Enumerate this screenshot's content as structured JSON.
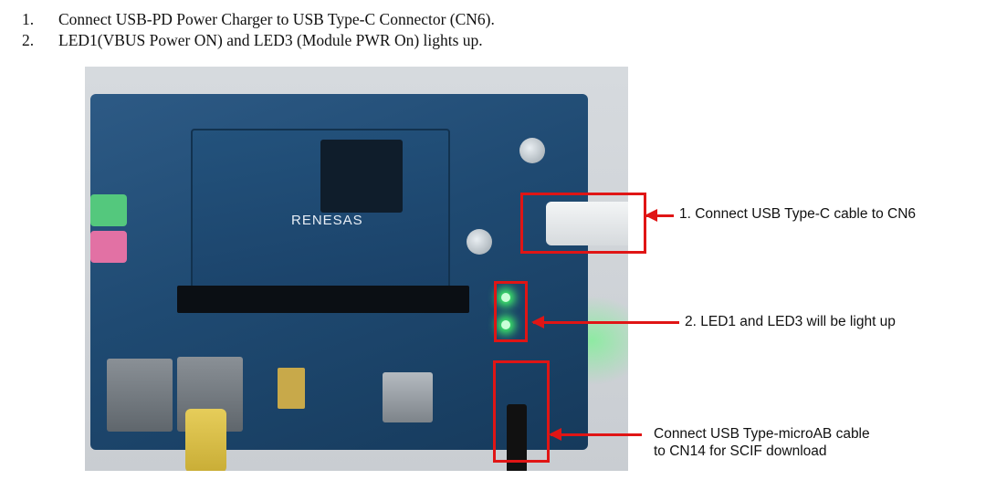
{
  "steps": [
    {
      "number": "1.",
      "text": "Connect USB-PD Power Charger to USB Type-C Connector (CN6)."
    },
    {
      "number": "2.",
      "text": "LED1(VBUS Power ON) and LED3 (Module PWR On) lights up."
    }
  ],
  "photo": {
    "board_logo": "RENESAS"
  },
  "callouts": {
    "usb_c": "1. Connect USB Type-C cable to CN6",
    "leds": "2. LED1 and LED3 will be light up",
    "micro_ab_line1": "Connect USB Type-microAB cable",
    "micro_ab_line2": "to CN14 for SCIF download"
  },
  "colors": {
    "highlight": "#e01515",
    "board": "#1f4a72",
    "led_glow": "#42ff6a"
  }
}
